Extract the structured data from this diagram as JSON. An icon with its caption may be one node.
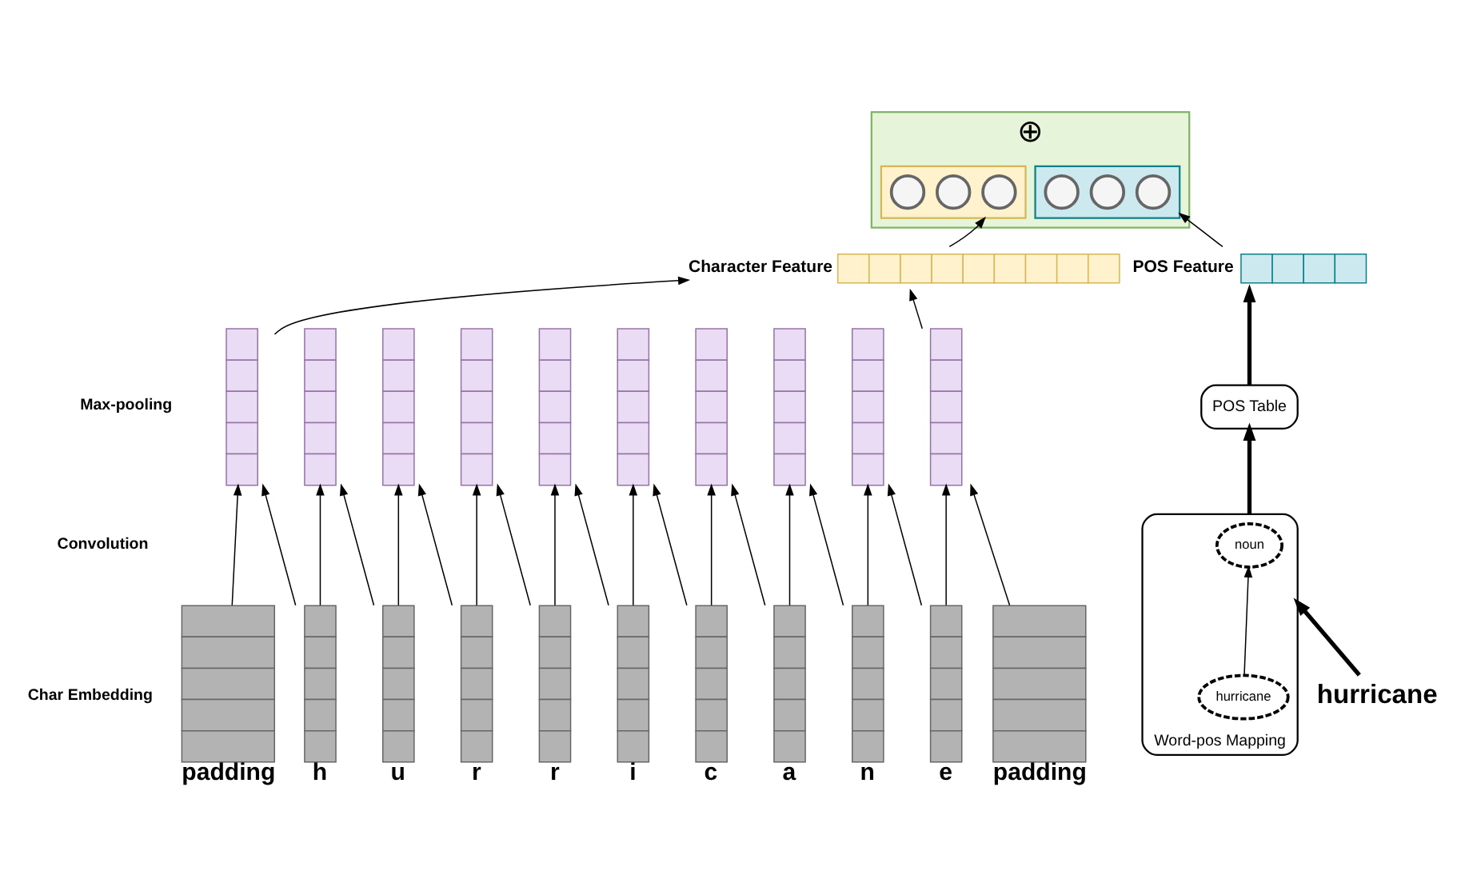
{
  "diagram": {
    "nodes": [
      {
        "text": [
          "⊕"
        ]
      },
      {
        "text": [],
        "shape": "box",
        "in": 0
      },
      {
        "text": [],
        "shape": "circle",
        "in": 1
      },
      {
        "text": [],
        "shape": "circle",
        "in": 1
      },
      {
        "text": [],
        "shape": "circle",
        "in": 1
      },
      {
        "text": [],
        "shape": "box",
        "in": 0
      },
      {
        "text": [],
        "shape": "circle",
        "in": 5
      },
      {
        "text": [],
        "shape": "circle",
        "in": 5
      },
      {
        "text": [],
        "shape": "circle",
        "in": 5
      },
      {
        "text": [],
        "shape": "bar",
        "beside": [
          "Character Feature"
        ]
      },
      {
        "text": [],
        "shape": "bar",
        "beside": [
          "POS Feature"
        ]
      },
      {
        "text": [
          "POS Table"
        ]
      },
      {
        "text": [
          "Word-pos Mapping"
        ]
      },
      {
        "text": [
          "noun"
        ],
        "in": 12
      },
      {
        "text": [
          "hurricane"
        ],
        "in": 12
      },
      {
        "text": [
          "hurricane"
        ]
      },
      {
        "text": [],
        "shape": "bar"
      },
      {
        "text": [],
        "shape": "bar"
      },
      {
        "text": [],
        "shape": "bar"
      },
      {
        "text": [],
        "shape": "bar"
      },
      {
        "text": [],
        "shape": "bar"
      },
      {
        "text": [],
        "shape": "bar"
      },
      {
        "text": [],
        "shape": "bar"
      },
      {
        "text": [],
        "shape": "bar"
      },
      {
        "text": [],
        "shape": "bar"
      },
      {
        "text": [],
        "shape": "bar"
      },
      {
        "text": [],
        "shape": "bar",
        "beside": [
          "padding"
        ]
      },
      {
        "text": [],
        "shape": "bar",
        "beside": [
          "h"
        ]
      },
      {
        "text": [],
        "shape": "bar",
        "beside": [
          "u"
        ]
      },
      {
        "text": [],
        "shape": "bar",
        "beside": [
          "r"
        ]
      },
      {
        "text": [],
        "shape": "bar",
        "beside": [
          "r"
        ]
      },
      {
        "text": [],
        "shape": "bar",
        "beside": [
          "i"
        ]
      },
      {
        "text": [],
        "shape": "bar",
        "beside": [
          "c"
        ]
      },
      {
        "text": [],
        "shape": "bar",
        "beside": [
          "a"
        ]
      },
      {
        "text": [],
        "shape": "bar",
        "beside": [
          "n"
        ]
      },
      {
        "text": [],
        "shape": "bar",
        "beside": [
          "e"
        ]
      },
      {
        "text": [],
        "shape": "bar",
        "beside": [
          "padding"
        ]
      }
    ],
    "edges": [
      {
        "from": 15,
        "to": 12,
        "arrow": "to",
        "style": "thick"
      },
      {
        "from": 14,
        "to": 13,
        "arrow": "to"
      },
      {
        "from": 12,
        "to": 11,
        "arrow": "to",
        "style": "thick"
      },
      {
        "from": 11,
        "to": 10,
        "arrow": "to",
        "style": "thick"
      },
      {
        "from": 10,
        "to": 5,
        "arrow": "to"
      },
      {
        "from": 9,
        "to": 1,
        "arrow": "to"
      },
      {
        "from": 16,
        "to": 9,
        "arrow": "to"
      },
      {
        "from": 25,
        "to": 9,
        "arrow": "to"
      },
      {
        "from": 26,
        "to": 16,
        "arrow": "to"
      },
      {
        "from": 27,
        "to": 16,
        "arrow": "to"
      },
      {
        "from": 27,
        "to": 17,
        "arrow": "to"
      },
      {
        "from": 28,
        "to": 17,
        "arrow": "to"
      },
      {
        "from": 28,
        "to": 18,
        "arrow": "to"
      },
      {
        "from": 29,
        "to": 18,
        "arrow": "to"
      },
      {
        "from": 29,
        "to": 19,
        "arrow": "to"
      },
      {
        "from": 30,
        "to": 19,
        "arrow": "to"
      },
      {
        "from": 30,
        "to": 20,
        "arrow": "to"
      },
      {
        "from": 31,
        "to": 20,
        "arrow": "to"
      },
      {
        "from": 31,
        "to": 21,
        "arrow": "to"
      },
      {
        "from": 32,
        "to": 21,
        "arrow": "to"
      },
      {
        "from": 32,
        "to": 22,
        "arrow": "to"
      },
      {
        "from": 33,
        "to": 22,
        "arrow": "to"
      },
      {
        "from": 33,
        "to": 23,
        "arrow": "to"
      },
      {
        "from": 34,
        "to": 23,
        "arrow": "to"
      },
      {
        "from": 34,
        "to": 24,
        "arrow": "to"
      },
      {
        "from": 35,
        "to": 24,
        "arrow": "to"
      },
      {
        "from": 35,
        "to": 25,
        "arrow": "to"
      },
      {
        "from": 36,
        "to": 25,
        "arrow": "to"
      }
    ],
    "labels": [
      "Max-pooling",
      "Convolution",
      "Char Embedding"
    ]
  }
}
